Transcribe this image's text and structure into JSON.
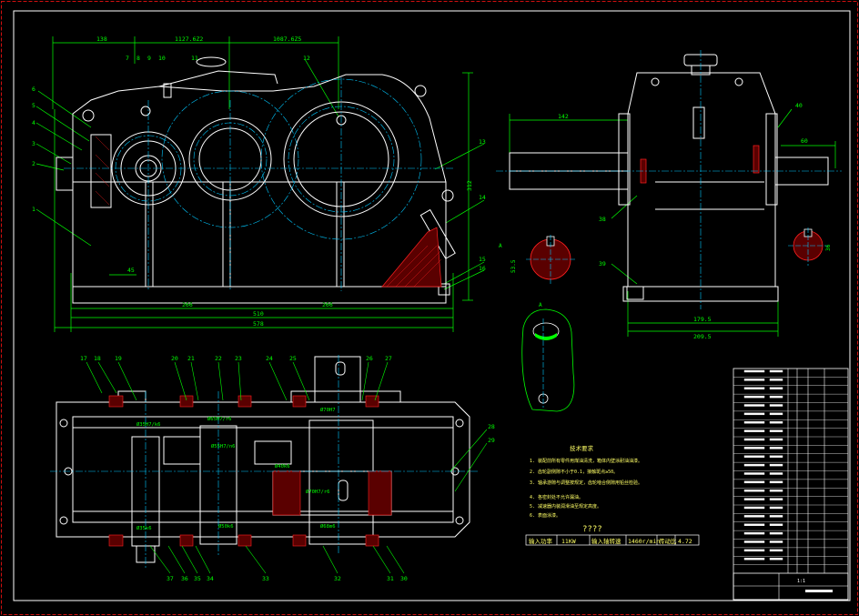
{
  "colors": {
    "background": "#000000",
    "frame": "#d01010",
    "outline": "#ffffff",
    "dimension": "#00ff00",
    "center": "#00c8ff",
    "hatch": "#ff2020",
    "label": "#ffff66"
  },
  "front_view": {
    "dim_top": [
      "138",
      "1127.6Z2",
      "1087.6Z5"
    ],
    "dim_bottom": [
      "266",
      "510",
      "266",
      "578"
    ],
    "dim_side": [
      "45",
      "312"
    ],
    "balloons": [
      "7",
      "8",
      "9",
      "10",
      "11",
      "12",
      "6",
      "5",
      "4",
      "3",
      "2",
      "1",
      "13",
      "14",
      "15",
      "16"
    ]
  },
  "side_view": {
    "dims": [
      "142",
      "60",
      "179.5",
      "209.5"
    ],
    "balloons": [
      "40",
      "38",
      "39"
    ]
  },
  "section_views": {
    "left_dim": "53.5",
    "right_dim": "36",
    "view_label": "A",
    "arrow_label": "A"
  },
  "plan_view": {
    "top_balloons": [
      "17",
      "18",
      "19",
      "20",
      "21",
      "22",
      "23",
      "24",
      "25",
      "26",
      "27"
    ],
    "right_balloons": [
      "28",
      "29"
    ],
    "bottom_balloons": [
      "37",
      "36",
      "35",
      "34",
      "33",
      "32",
      "31",
      "30"
    ],
    "fits": [
      "Ø35H7/k6",
      "Ø55H7/n6",
      "Ø65H7/r6",
      "Ø35k6",
      "Ø50k6",
      "Ø40k6",
      "Ø70H7/r6",
      "Ø68m6",
      "Ø70H7"
    ]
  },
  "notes": {
    "title": "技术要求",
    "items": [
      "1. 装配前所有零件用煤油清洗，箱体内壁涂耐油油漆。",
      "2. 齿轮副侧隙不小于0.1，接触斑点≥50。",
      "3. 轴承游隙与调整按规定，齿轮啮合侧隙用铅丝检验。",
      "4. 各密封处不允许漏油。",
      "5. 减速器内装润滑油至规定高度。",
      "6. 表面涂漆。"
    ]
  },
  "spec_table": {
    "heading": "????",
    "cells": [
      "输入功率",
      "11KW",
      "输入轴转速",
      "1460r/min",
      "传动比",
      "4.72"
    ]
  },
  "title_block": {
    "scale": "1:1",
    "parts_count": 24
  }
}
